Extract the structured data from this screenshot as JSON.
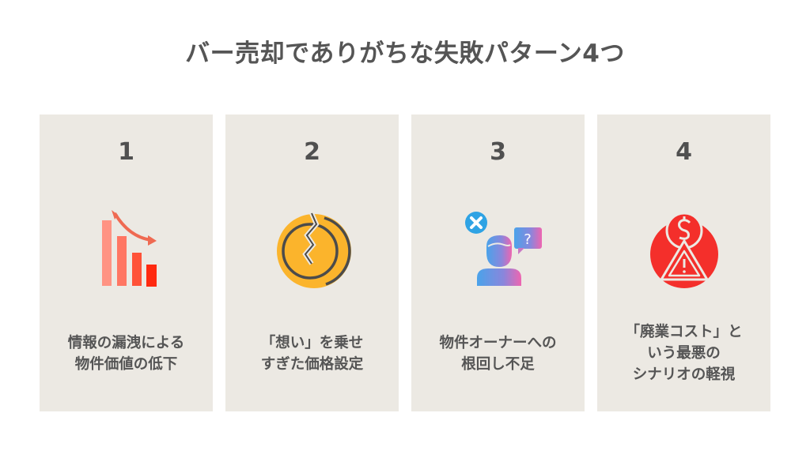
{
  "title": "バー売却でありがちな失敗パターン4つ",
  "colors": {
    "card_bg": "#ece9e3",
    "text": "#555555",
    "chart_red": "#ff2a10",
    "coin_yellow": "#fbb42c",
    "warning_red": "#f42f2b",
    "person_gradient_start": "#3ea6ea",
    "person_gradient_end": "#ee65b0"
  },
  "cards": [
    {
      "number": "1",
      "icon": "declining-bar-chart-icon",
      "lines": [
        "情報の漏洩による",
        "物件価値の低下"
      ]
    },
    {
      "number": "2",
      "icon": "cracked-coin-icon",
      "lines": [
        "「想い」を乗せ",
        "すぎた価格設定"
      ]
    },
    {
      "number": "3",
      "icon": "confused-person-icon",
      "lines": [
        "物件オーナーへの",
        "根回し不足"
      ]
    },
    {
      "number": "4",
      "icon": "money-warning-icon",
      "lines": [
        "「廃業コスト」と",
        "いう最悪の",
        "シナリオの軽視"
      ]
    }
  ]
}
